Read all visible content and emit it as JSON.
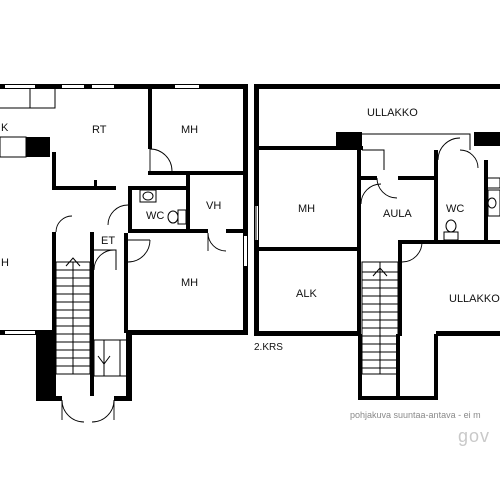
{
  "rooms": {
    "left_k": "K",
    "left_rt": "RT",
    "left_mh_top": "MH",
    "left_h": "H",
    "left_wc": "WC",
    "left_vh": "VH",
    "left_et": "ET",
    "left_mh_bottom": "MH",
    "right_ullakko_top": "ULLAKKO",
    "right_mh": "MH",
    "right_aula": "AULA",
    "right_wc": "WC",
    "right_alk": "ALK",
    "right_ullakko_bottom": "ULLAKKO"
  },
  "floor_label": "2.KRS",
  "disclaimer": "pohjakuva suuntaa-antava - ei m",
  "watermark": "gov",
  "colors": {
    "walls": "#000000",
    "background": "#ffffff",
    "disclaimer": "#8a8a8a",
    "watermark": "#c9c9c9"
  }
}
